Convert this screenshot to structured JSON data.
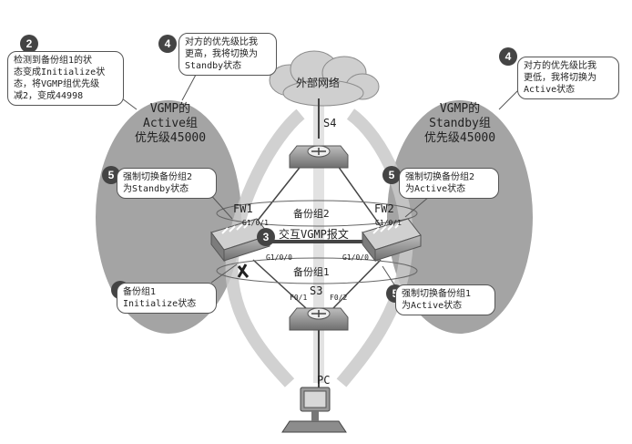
{
  "callouts": {
    "c2": {
      "num": "2",
      "text": "检测到备份组1的状\n态变成Initialize状\n态，将VGMP组优先级\n减2，变成44998"
    },
    "c4a": {
      "num": "4",
      "text": "对方的优先级比我\n更高，我将切换为\nStandby状态"
    },
    "c4b": {
      "num": "4",
      "text": "对方的优先级比我\n更低，我将切换为\nActive状态"
    },
    "c5a": {
      "num": "5",
      "text": "强制切换备份组2\n为Standby状态"
    },
    "c5b": {
      "num": "5",
      "text": "强制切换备份组2\n为Active状态"
    },
    "c1": {
      "num": "1",
      "text": "备份组1\nInitialize状态"
    },
    "c5c": {
      "num": "5",
      "text": "强制切换备份组1\n为Active状态"
    }
  },
  "groups": {
    "active": "VGMP的\nActive组\n优先级45000",
    "standby": "VGMP的\nStandby组\n优先级45000"
  },
  "nodes": {
    "internet": "外部网络",
    "s4": "S4",
    "s3": "S3",
    "fw1": "FW1",
    "fw2": "FW2",
    "pc": "PC"
  },
  "ports": {
    "fw1_top": "G1/0/1",
    "fw1_bottom": "G1/0/0",
    "fw2_top": "G1/0/1",
    "fw2_bottom": "G1/0/0",
    "s3_left": "F0/1",
    "s3_right": "F0/2"
  },
  "links": {
    "vgroup2": "备份组2",
    "vgroup1": "备份组1",
    "vgmp_msg": "交互VGMP报文",
    "vgmp_num": "3"
  },
  "colors": {
    "ellipse_fill": "#9e9e9e",
    "device_fill": "#8a8a8a",
    "accent_dark": "#444444"
  }
}
